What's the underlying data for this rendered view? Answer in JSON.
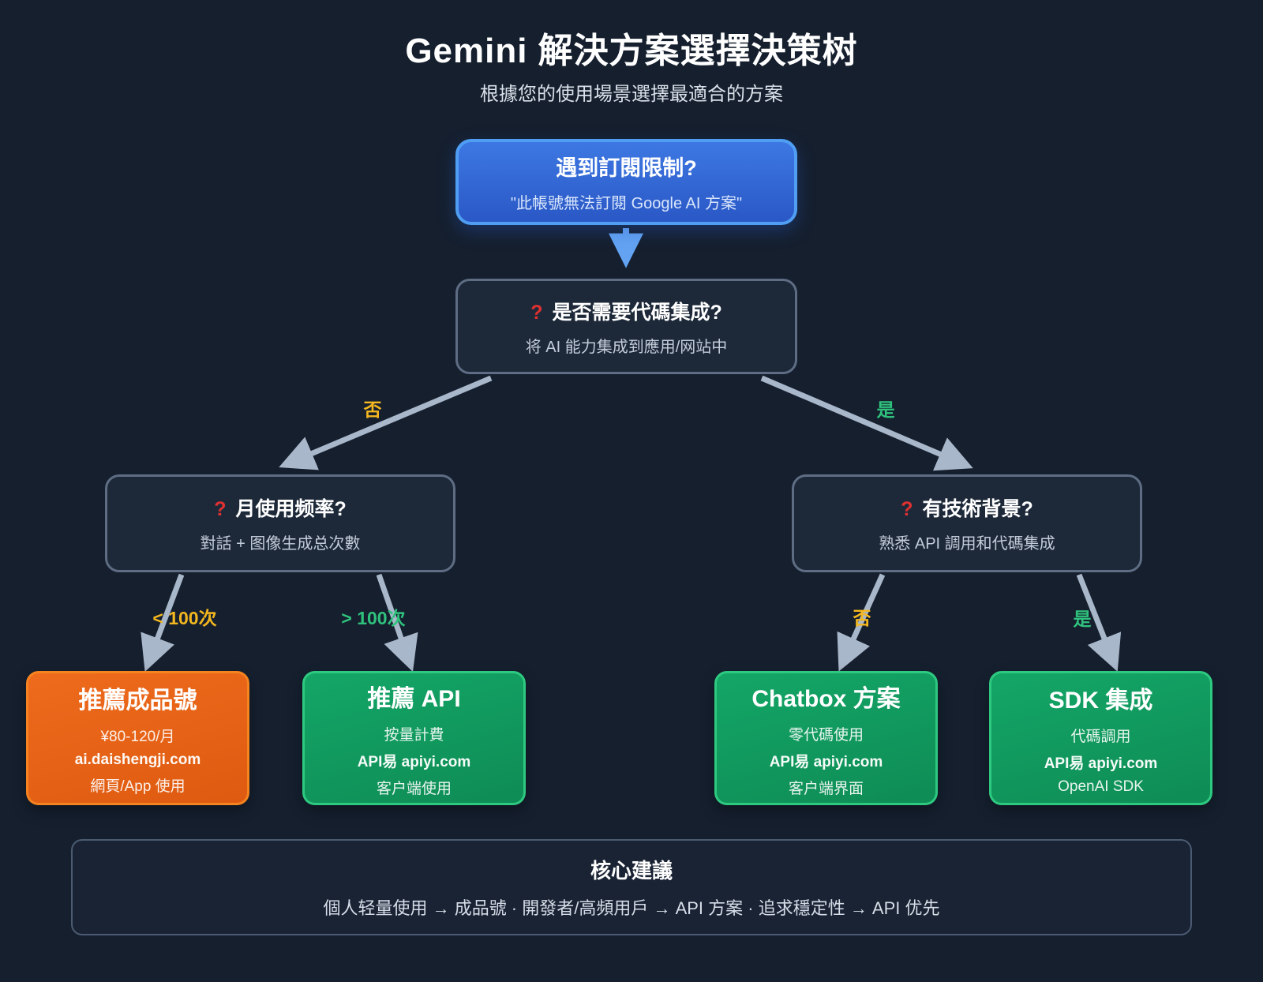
{
  "header": {
    "title": "Gemini 解決方案選擇決策树",
    "subtitle": "根據您的使用場景選擇最適合的方案"
  },
  "nodes": {
    "start": {
      "title": "遇到訂閱限制?",
      "subtitle": "\"此帳號無法訂閱 Google AI 方案\""
    },
    "q_code": {
      "icon": "?",
      "title": "是否需要代碼集成?",
      "subtitle": "将 AI 能力集成到應用/网站中"
    },
    "q_freq": {
      "icon": "?",
      "title": "月使用频率?",
      "subtitle": "對話 + 图像生成总次數"
    },
    "q_tech": {
      "icon": "?",
      "title": "有技術背景?",
      "subtitle": "熟悉 API 調用和代碼集成"
    }
  },
  "edges": {
    "code_no": "否",
    "code_yes": "是",
    "freq_low": "< 100次",
    "freq_high": "> 100次",
    "tech_no": "否",
    "tech_yes": "是"
  },
  "leaves": [
    {
      "title": "推薦成品號",
      "lines": [
        "¥80-120/月",
        "ai.daishengji.com",
        "網頁/App 使用"
      ]
    },
    {
      "title": "推薦 API",
      "lines": [
        "按量計費",
        "API易 apiyi.com",
        "客户端使用"
      ]
    },
    {
      "title": "Chatbox 方案",
      "lines": [
        "零代碼使用",
        "API易 apiyi.com",
        "客户端界面"
      ]
    },
    {
      "title": "SDK 集成",
      "lines": [
        "代碼調用",
        "API易 apiyi.com",
        "OpenAI SDK"
      ]
    }
  ],
  "footer": {
    "title": "核心建議",
    "text": "個人轻量使用 → 成品號 · 開發者/高頻用戶 → API 方案 · 追求穩定性 → API 优先"
  },
  "colors": {
    "background": "#151f2e",
    "start_border": "#4f9ef3",
    "start_fill_top": "#3d78e2",
    "start_fill_bottom": "#2a58c6",
    "question_box_fill": "#1d2939",
    "question_box_border": "#5e6d84",
    "question_mark_red": "#e03131",
    "edge_gray": "#a9b7ca",
    "arrow_blue": "#63a3f2",
    "label_yellow": "#f4b71f",
    "label_green": "#2fc27d",
    "leaf_orange_fill": "#ee6b1d",
    "leaf_orange_border": "#f5831f",
    "leaf_green_fill": "#14a667",
    "leaf_green_border": "#2ec980"
  }
}
